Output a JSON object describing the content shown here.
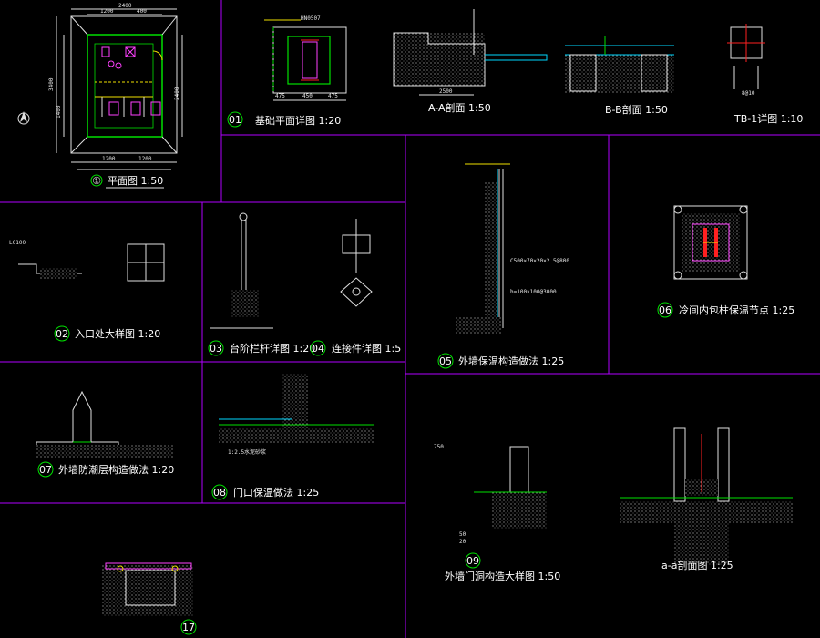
{
  "sheet": {
    "background": "#000000",
    "accent_colors": {
      "outline": "#00e000",
      "dimension": "#e0e0e0",
      "annotation": "#f0e000",
      "section": "#00d8ff",
      "rebar": "#ff2020",
      "fixture": "#ff40ff",
      "frame_divider": "#b000ff"
    }
  },
  "panels": {
    "plan": {
      "number": "①",
      "dims_top": [
        "2400",
        "1200",
        "400"
      ],
      "dims_bottom": [
        "1200",
        "1200"
      ],
      "dim_left": "3400",
      "dim_left2": "1400",
      "dim_right": "2400",
      "caption": "平面图 1:50"
    },
    "p01": {
      "number": "01",
      "caption": "基础平面详图 1:20",
      "dims": [
        "475",
        "450",
        "475"
      ],
      "label": "HN0507"
    },
    "section_a": {
      "caption": "A-A剖面 1:50",
      "dim": "2500"
    },
    "section_b": {
      "caption": "B-B剖面 1:50"
    },
    "tb1": {
      "caption": "TB-1详图 1:10",
      "dim": "8@10"
    },
    "p02": {
      "number": "02",
      "caption": "入口处大样图 1:20",
      "label": "LC100"
    },
    "p03": {
      "number": "03",
      "caption": "台阶栏杆详图 1:20"
    },
    "p04": {
      "number": "04",
      "caption": "连接件详图 1:5"
    },
    "p05": {
      "number": "05",
      "caption": "外墙保温构造做法 1:25",
      "note": "C500×70×20×2.5@800",
      "note2": "h=100×100@3000"
    },
    "p06": {
      "number": "06",
      "caption": "冷间内包柱保温节点 1:25"
    },
    "p07": {
      "number": "07",
      "caption": "外墙防潮层构造做法 1:20"
    },
    "p08": {
      "number": "08",
      "caption": "门口保温做法 1:25",
      "note": "1:2.5水泥砂浆"
    },
    "p09": {
      "number": "09",
      "caption": "外墙门洞构造大样图 1:50",
      "dim1": "750",
      "dim2": "50",
      "dim3": "20"
    },
    "p17": {
      "number": "17"
    },
    "aa": {
      "caption": "a-a剖面图 1:25"
    }
  }
}
